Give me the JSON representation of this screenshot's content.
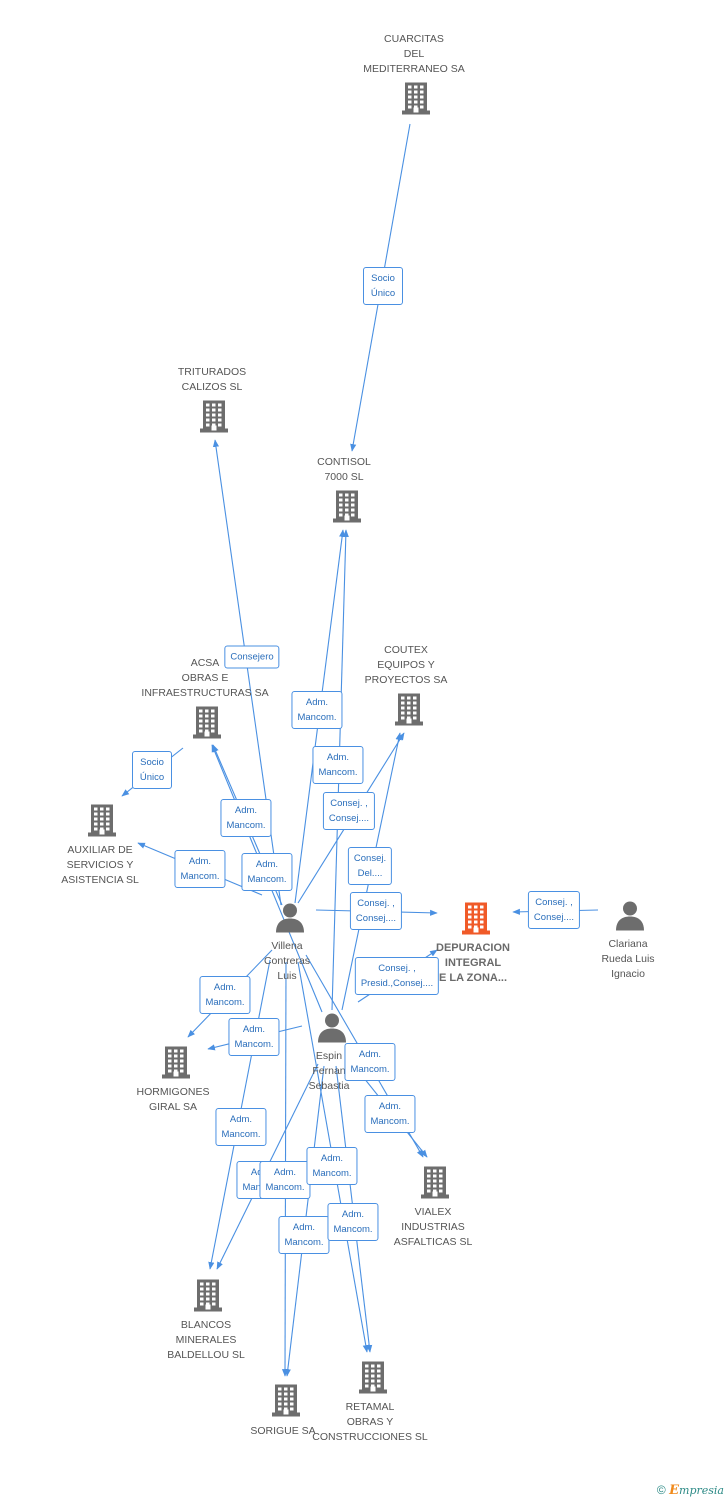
{
  "colors": {
    "edge": "#4a90e2",
    "company_icon": "#6d6d6d",
    "focus_icon": "#f05a28",
    "person_icon": "#6d6d6d"
  },
  "nodes": {
    "cuarcitas": {
      "lines": [
        "CUARCITAS",
        "DEL",
        "MEDITERRANEO SA"
      ],
      "icon": "building-icon"
    },
    "triturados": {
      "lines": [
        "TRITURADOS",
        "CALIZOS SL"
      ],
      "icon": "building-icon"
    },
    "contisol": {
      "lines": [
        "CONTISOL",
        "7000 SL"
      ],
      "icon": "building-icon"
    },
    "acsa": {
      "lines": [
        "ACSA",
        "OBRAS E",
        "INFRAESTRUCTURAS SA"
      ],
      "icon": "building-icon"
    },
    "coutex": {
      "lines": [
        "COUTEX",
        "EQUIPOS Y",
        "PROYECTOS SA"
      ],
      "icon": "building-icon"
    },
    "auxiliar": {
      "lines": [
        "AUXILIAR DE",
        "SERVICIOS Y",
        "ASISTENCIA SL"
      ],
      "icon": "building-icon"
    },
    "depuracion": {
      "lines": [
        "DEPURACION",
        "INTEGRAL",
        "E LA ZONA..."
      ],
      "icon": "building-icon"
    },
    "clariana": {
      "lines": [
        "Clariana",
        "Rueda Luis",
        "Ignacio"
      ],
      "icon": "person-icon"
    },
    "villena": {
      "lines": [
        "Villena",
        "Contreras",
        "Luis"
      ],
      "icon": "person-icon"
    },
    "espin": {
      "lines": [
        "Espin",
        "Fernan",
        "Sebastia"
      ],
      "icon": "person-icon"
    },
    "hormigones": {
      "lines": [
        "HORMIGONES",
        "GIRAL SA"
      ],
      "icon": "building-icon"
    },
    "vialex": {
      "lines": [
        "VIALEX",
        "INDUSTRIAS",
        "ASFALTICAS SL"
      ],
      "icon": "building-icon"
    },
    "blancos": {
      "lines": [
        "BLANCOS",
        "MINERALES",
        "BALDELLOU SL"
      ],
      "icon": "building-icon"
    },
    "sorigue": {
      "lines": [
        "SORIGUE SA"
      ],
      "icon": "building-icon"
    },
    "retamal": {
      "lines": [
        "RETAMAL",
        "OBRAS Y",
        "CONSTRUCCIONES SL"
      ],
      "icon": "building-icon"
    }
  },
  "relations": [
    {
      "from": "cuarcitas",
      "to": "contisol",
      "label": [
        "Socio",
        "Único"
      ]
    },
    {
      "from": "acsa",
      "to": "auxiliar",
      "label": [
        "Socio",
        "Único"
      ]
    },
    {
      "from": "villena",
      "to": "triturados",
      "label": [
        "Consejero"
      ]
    },
    {
      "from": "villena",
      "to": "contisol",
      "label": [
        "Adm.",
        "Mancom."
      ]
    },
    {
      "from": "espin",
      "to": "contisol",
      "label": [
        "Adm.",
        "Mancom."
      ]
    },
    {
      "from": "villena",
      "to": "coutex",
      "label": [
        "Consej. ,",
        "Consej...."
      ]
    },
    {
      "from": "espin",
      "to": "coutex",
      "label": [
        "Consej.",
        "Del...."
      ]
    },
    {
      "from": "villena",
      "to": "acsa",
      "label": [
        "Adm.",
        "Mancom."
      ]
    },
    {
      "from": "villena",
      "to": "auxiliar",
      "label": [
        "Adm.",
        "Mancom."
      ]
    },
    {
      "from": "espin",
      "to": "acsa",
      "label": [
        "Adm.",
        "Mancom."
      ]
    },
    {
      "from": "villena",
      "to": "depuracion",
      "label": [
        "Consej. ,",
        "Consej...."
      ]
    },
    {
      "from": "espin",
      "to": "depuracion",
      "label": [
        "Consej. ,",
        "Presid.,Consej...."
      ]
    },
    {
      "from": "clariana",
      "to": "depuracion",
      "label": [
        "Consej. ,",
        "Consej...."
      ]
    },
    {
      "from": "villena",
      "to": "hormigones",
      "label": [
        "Adm.",
        "Mancom."
      ]
    },
    {
      "from": "espin",
      "to": "hormigones",
      "label": [
        "Adm.",
        "Mancom."
      ]
    },
    {
      "from": "villena",
      "to": "vialex",
      "label": [
        "Adm.",
        "Mancom."
      ]
    },
    {
      "from": "espin",
      "to": "vialex",
      "label": [
        "Adm.",
        "Mancom."
      ]
    },
    {
      "from": "villena",
      "to": "blancos",
      "label": [
        "Adm.",
        "Mancom."
      ]
    },
    {
      "from": "espin",
      "to": "blancos",
      "label": [
        "Adm.",
        "Mancom."
      ]
    },
    {
      "from": "villena",
      "to": "sorigue",
      "label": [
        "Adm.",
        "Mancom."
      ]
    },
    {
      "from": "espin",
      "to": "sorigue",
      "label": [
        "Adm.",
        "Mancom."
      ]
    },
    {
      "from": "villena",
      "to": "retamal",
      "label": [
        "Adm.",
        "Mancom."
      ]
    },
    {
      "from": "espin",
      "to": "retamal",
      "label": [
        "Adm.",
        "Mancom."
      ]
    }
  ],
  "footer": {
    "copyright": "©",
    "brand_initial": "E",
    "brand_rest": "mpresia"
  }
}
